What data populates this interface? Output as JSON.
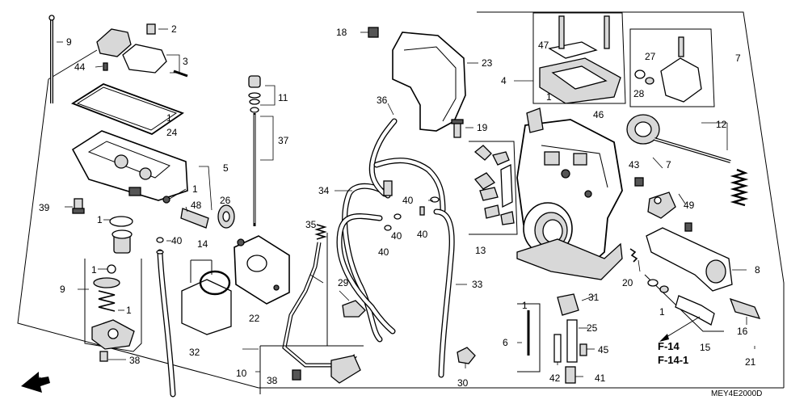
{
  "diagram": {
    "code": "MEY4E2000D",
    "front_label": "FR.",
    "refs": [
      "F-14",
      "F-14-1"
    ],
    "callouts": {
      "c1": "1",
      "c1b": "1",
      "c1c": "1",
      "c1d": "1",
      "c1e": "1",
      "c1f": "1",
      "c1g": "1",
      "c1h": "1",
      "c2": "2",
      "c3": "3",
      "c4": "4",
      "c5": "5",
      "c6": "6",
      "c7": "7",
      "c7b": "7",
      "c8": "8",
      "c9": "9",
      "c9b": "9",
      "c10": "10",
      "c11": "11",
      "c12": "12",
      "c13": "13",
      "c14": "14",
      "c15": "15",
      "c16": "16",
      "c18": "18",
      "c19": "19",
      "c20": "20",
      "c21": "21",
      "c22": "22",
      "c23": "23",
      "c24": "24",
      "c25": "25",
      "c26": "26",
      "c27": "27",
      "c28": "28",
      "c29": "29",
      "c30": "30",
      "c31": "31",
      "c32": "32",
      "c33": "33",
      "c34": "34",
      "c35": "35",
      "c36": "36",
      "c37": "37",
      "c38": "38",
      "c38b": "38",
      "c39": "39",
      "c40a": "40",
      "c40b": "40",
      "c40c": "40",
      "c40d": "40",
      "c40e": "40",
      "c41": "41",
      "c42": "42",
      "c43": "43",
      "c44": "44",
      "c45": "45",
      "c46": "46",
      "c47": "47",
      "c48": "48",
      "c49": "49"
    }
  }
}
